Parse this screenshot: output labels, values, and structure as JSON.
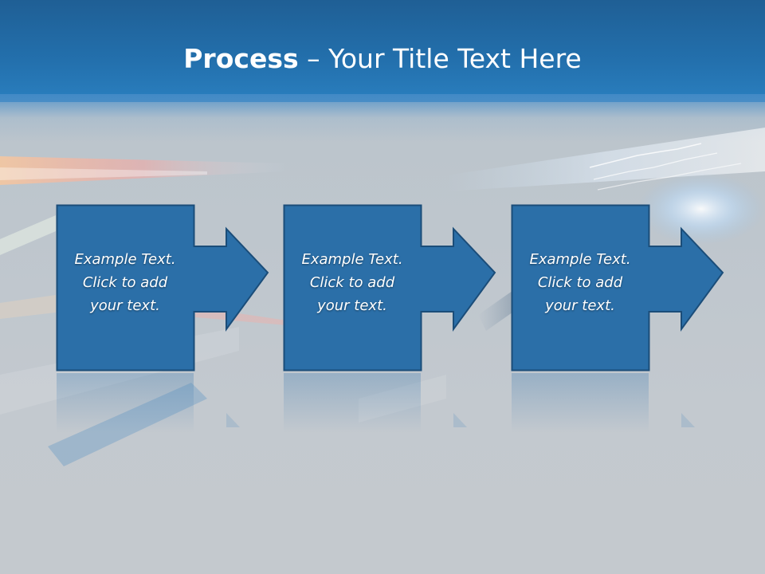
{
  "slide": {
    "title_bold": "Process",
    "title_rest": " – Your Title Text Here"
  },
  "steps": [
    {
      "line1": "Example Text.",
      "line2": "Click  to add",
      "line3": "your text."
    },
    {
      "line1": "Example Text.",
      "line2": "Click  to add",
      "line3": "your text."
    },
    {
      "line1": "Example Text.",
      "line2": "Click  to add",
      "line3": "your text."
    }
  ],
  "colors": {
    "box_fill": "#2b6fa8",
    "box_border": "#1a4a74",
    "header": "#2370ad"
  }
}
